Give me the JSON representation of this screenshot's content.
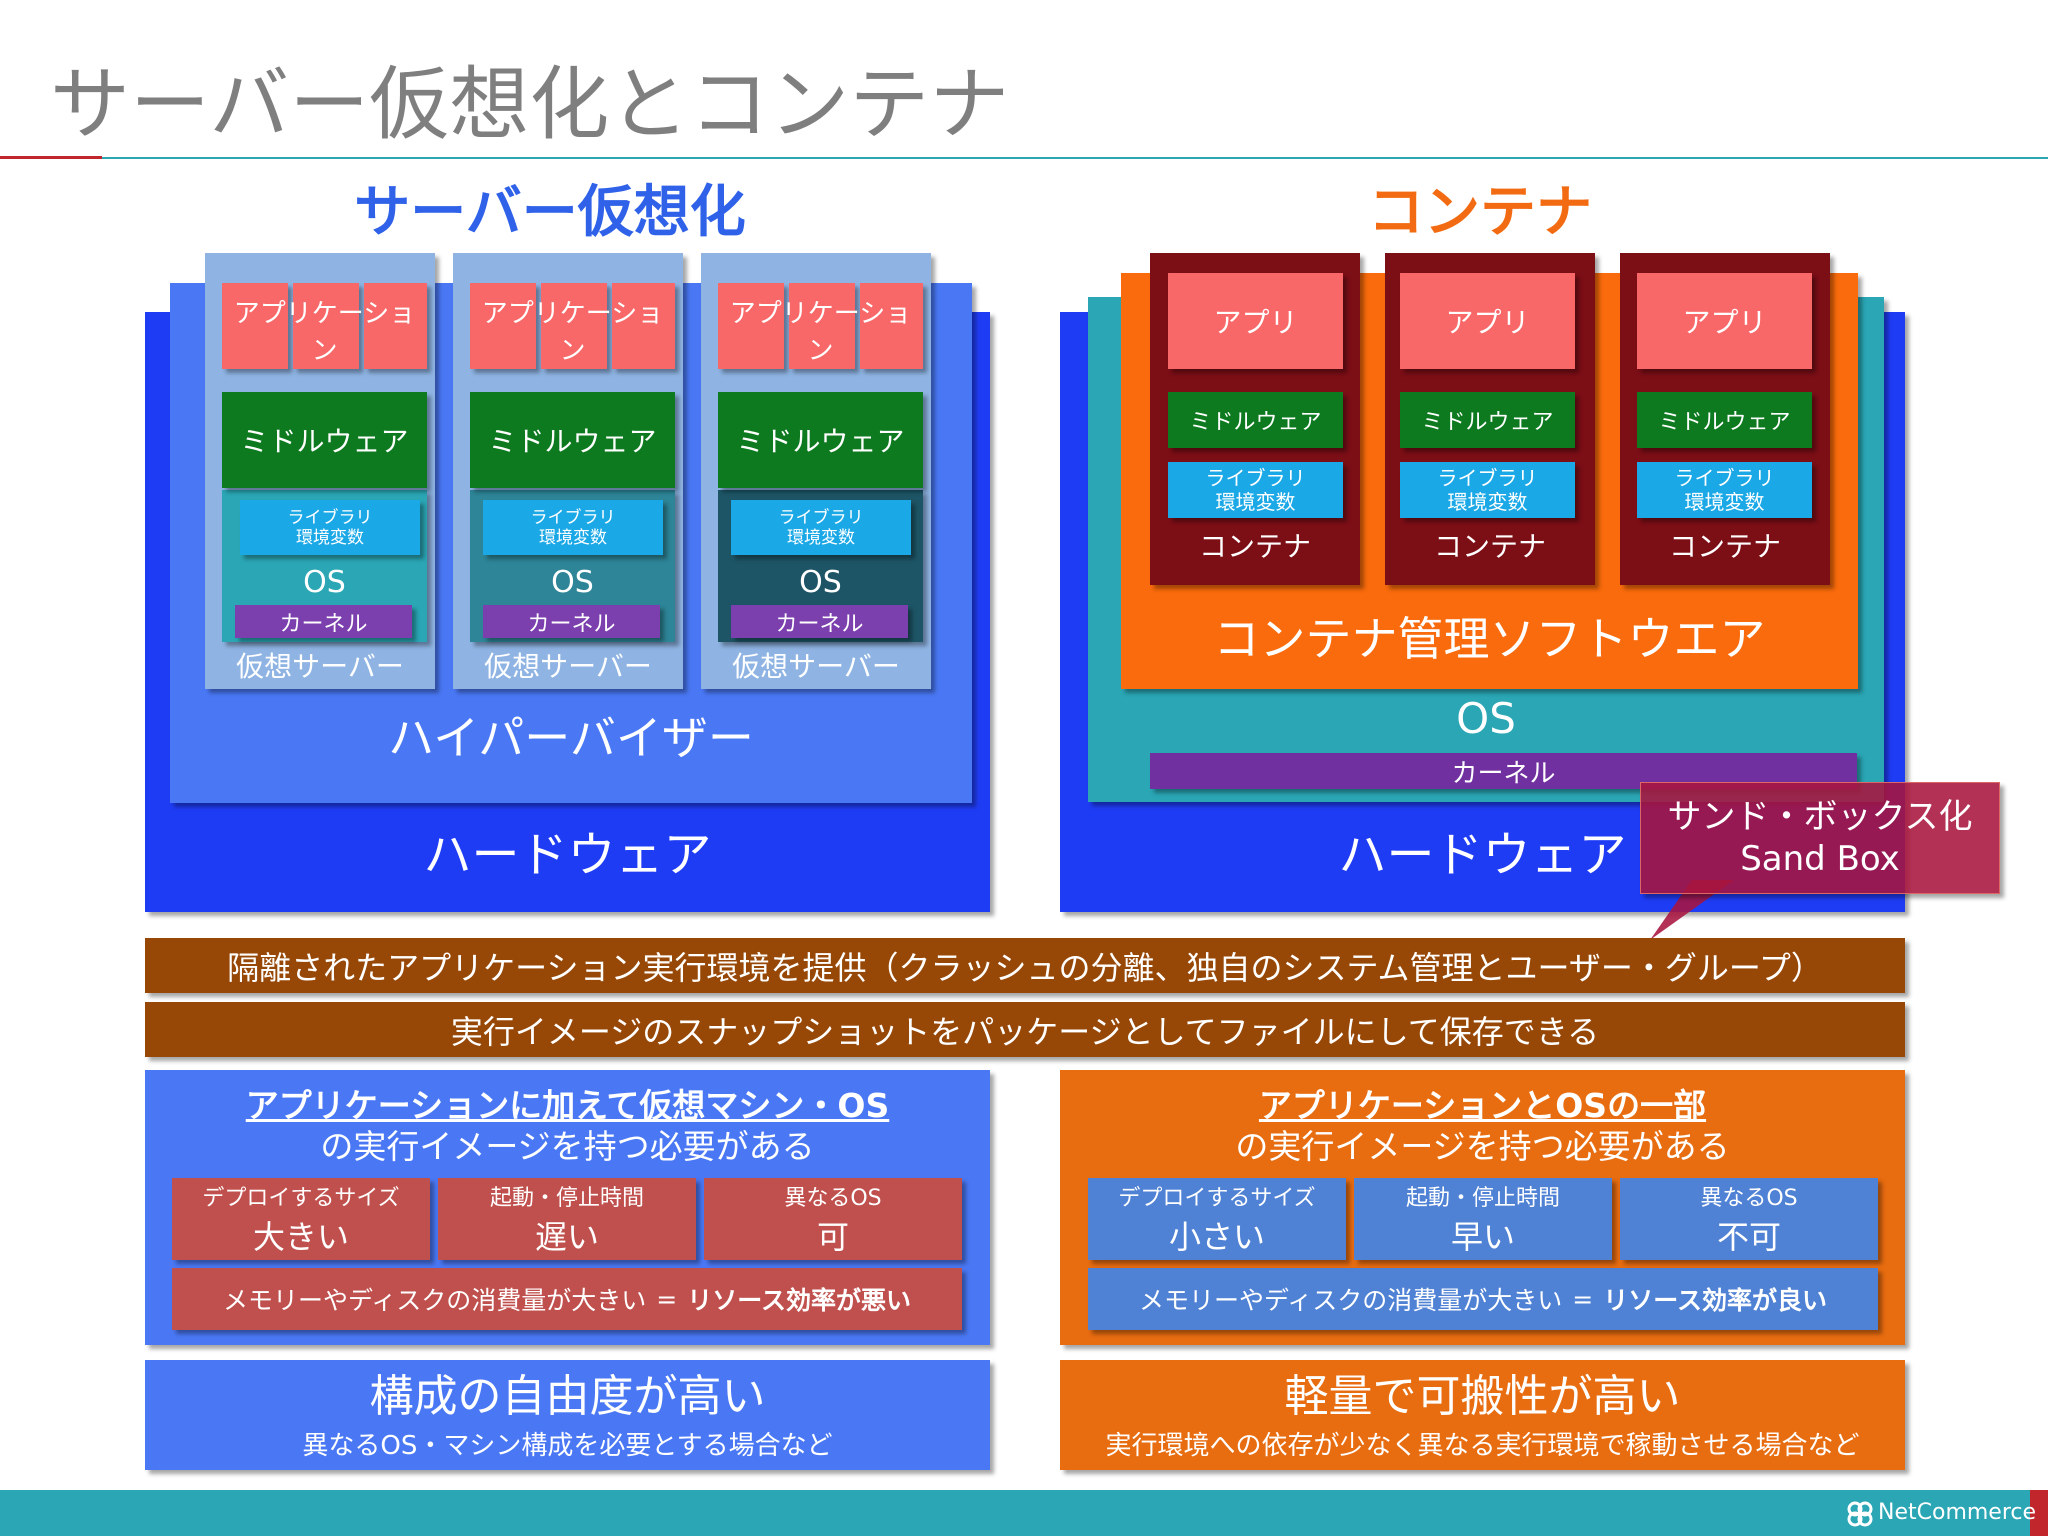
{
  "title": "サーバー仮想化とコンテナ",
  "left": {
    "heading": "サーバー仮想化",
    "vms": [
      {
        "app": "アプリケーション",
        "middleware": "ミドルウェア",
        "lib1": "ライブラリ",
        "lib2": "環境変数",
        "os": "OS",
        "kernel": "カーネル",
        "label": "仮想サーバー"
      },
      {
        "app": "アプリケーション",
        "middleware": "ミドルウェア",
        "lib1": "ライブラリ",
        "lib2": "環境変数",
        "os": "OS",
        "kernel": "カーネル",
        "label": "仮想サーバー"
      },
      {
        "app": "アプリケーション",
        "middleware": "ミドルウェア",
        "lib1": "ライブラリ",
        "lib2": "環境変数",
        "os": "OS",
        "kernel": "カーネル",
        "label": "仮想サーバー"
      }
    ],
    "hypervisor": "ハイパーバイザー",
    "hardware": "ハードウェア"
  },
  "right": {
    "heading": "コンテナ",
    "containers": [
      {
        "app": "アプリ",
        "middleware": "ミドルウェア",
        "lib1": "ライブラリ",
        "lib2": "環境変数",
        "label": "コンテナ"
      },
      {
        "app": "アプリ",
        "middleware": "ミドルウェア",
        "lib1": "ライブラリ",
        "lib2": "環境変数",
        "label": "コンテナ"
      },
      {
        "app": "アプリ",
        "middleware": "ミドルウェア",
        "lib1": "ライブラリ",
        "lib2": "環境変数",
        "label": "コンテナ"
      }
    ],
    "engine": "コンテナ管理ソフトウエア",
    "os": "OS",
    "kernel": "カーネル",
    "hardware": "ハードウェア"
  },
  "callout": {
    "line1": "サンド・ボックス化",
    "line2": "Sand Box"
  },
  "bars": {
    "isolation": "隔離されたアプリケーション実行環境を提供（クラッシュの分離、独自のシステム管理とユーザー・グループ）",
    "snapshot": "実行イメージのスナップショットをパッケージとしてファイルにして保存できる"
  },
  "left_summary": {
    "title_line1": "アプリケーションに加えて仮想マシン・OS",
    "title_line2": "の実行イメージを持つ必要がある",
    "cells": [
      {
        "label": "デプロイするサイズ",
        "value": "大きい"
      },
      {
        "label": "起動・停止時間",
        "value": "遅い"
      },
      {
        "label": "異なるOS",
        "value": "可"
      }
    ],
    "resource_text": "メモリーやディスクの消費量が大きい",
    "resource_eq": "=",
    "resource_bold": "リソース効率が悪い",
    "merit_title": "構成の自由度が高い",
    "merit_sub": "異なるOS・マシン構成を必要とする場合など"
  },
  "right_summary": {
    "title_line1": "アプリケーションとOSの一部",
    "title_line2": "の実行イメージを持つ必要がある",
    "cells": [
      {
        "label": "デプロイするサイズ",
        "value": "小さい"
      },
      {
        "label": "起動・停止時間",
        "value": "早い"
      },
      {
        "label": "異なるOS",
        "value": "不可"
      }
    ],
    "resource_text": "メモリーやディスクの消費量が大きい",
    "resource_eq": "=",
    "resource_bold": "リソース効率が良い",
    "merit_title": "軽量で可搬性が高い",
    "merit_sub": "実行環境への依存が少なく異なる実行環境で稼動させる場合など"
  },
  "footer": {
    "brand": "NetCommerce"
  }
}
